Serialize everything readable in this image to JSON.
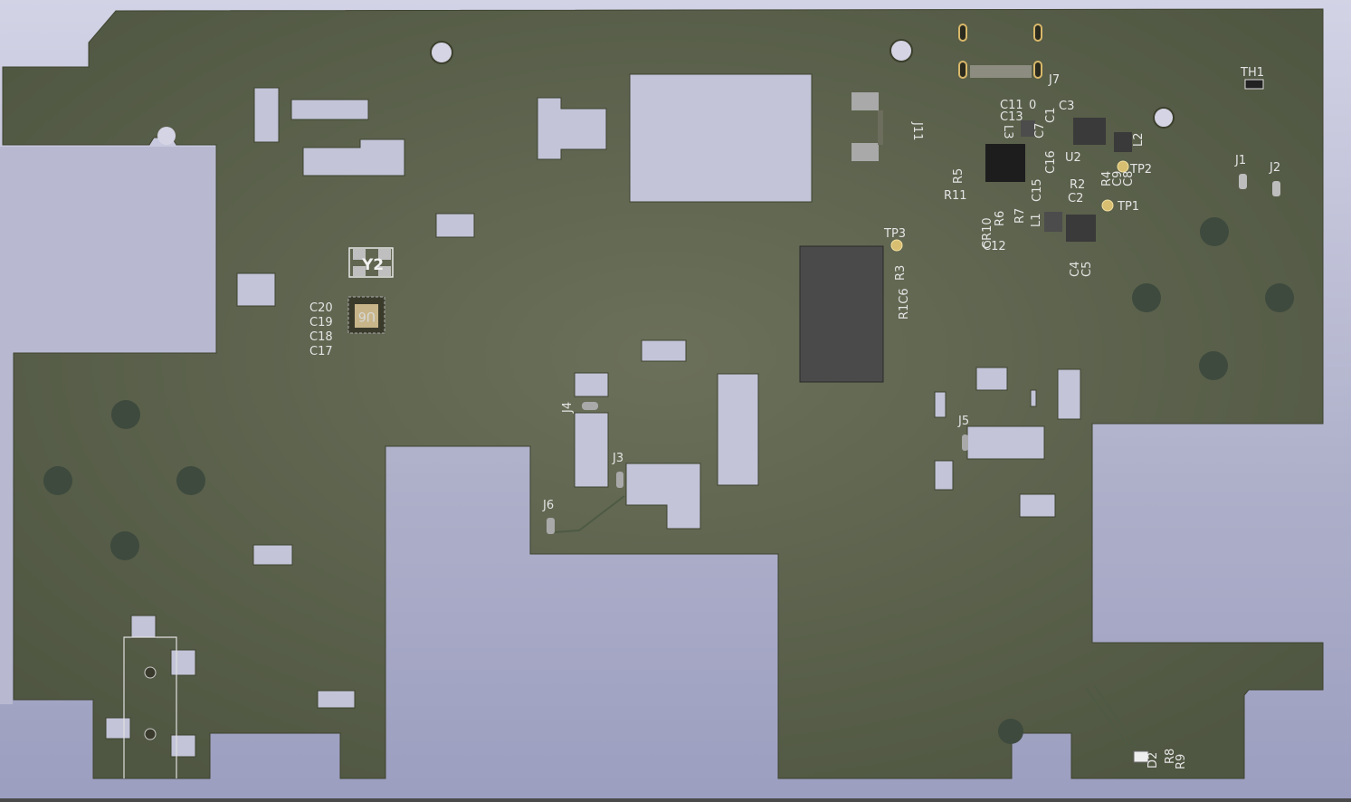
{
  "viewer": {
    "background_top": "#d3d3e6",
    "background_bottom": "#9c9ec0"
  },
  "board": {
    "soldermask_color": "#5b6146",
    "cutout_color": "#b9bad2",
    "pad_color": "#c8b890",
    "copper_pad_color": "#d9c9a0",
    "ic_color": "#2a2a2a"
  },
  "labels": {
    "y2": "Y2",
    "u6": "U6",
    "c20": "C20",
    "c19": "C19",
    "c18": "C18",
    "c17": "C17",
    "j7": "J7",
    "j11": "J11",
    "th1": "TH1",
    "c11": "C11",
    "c10": "0",
    "c13": "C13",
    "c1": "C1",
    "c7": "C7",
    "c3": "C3",
    "l3": "L3",
    "u2": "U2",
    "c16": "C16",
    "r5": "R5",
    "r11": "R11",
    "c15": "C15",
    "r2": "R2",
    "c2": "C2",
    "r4": "R4",
    "c9": "C9",
    "c8": "C8",
    "tp2": "TP2",
    "tp1": "TP1",
    "l2": "L2",
    "j1": "J1",
    "j2": "J2",
    "cr10": "CR10",
    "r6": "R6",
    "r7": "R7",
    "l1": "L1",
    "c12": "C12",
    "c4": "C4",
    "c5": "C5",
    "tp3": "TP3",
    "r3": "R3",
    "r1c6": "R1C6",
    "j4": "J4",
    "j3": "J3",
    "j6": "J6",
    "j5": "J5",
    "d2": "D2",
    "r8": "R8",
    "r9": "R9"
  }
}
